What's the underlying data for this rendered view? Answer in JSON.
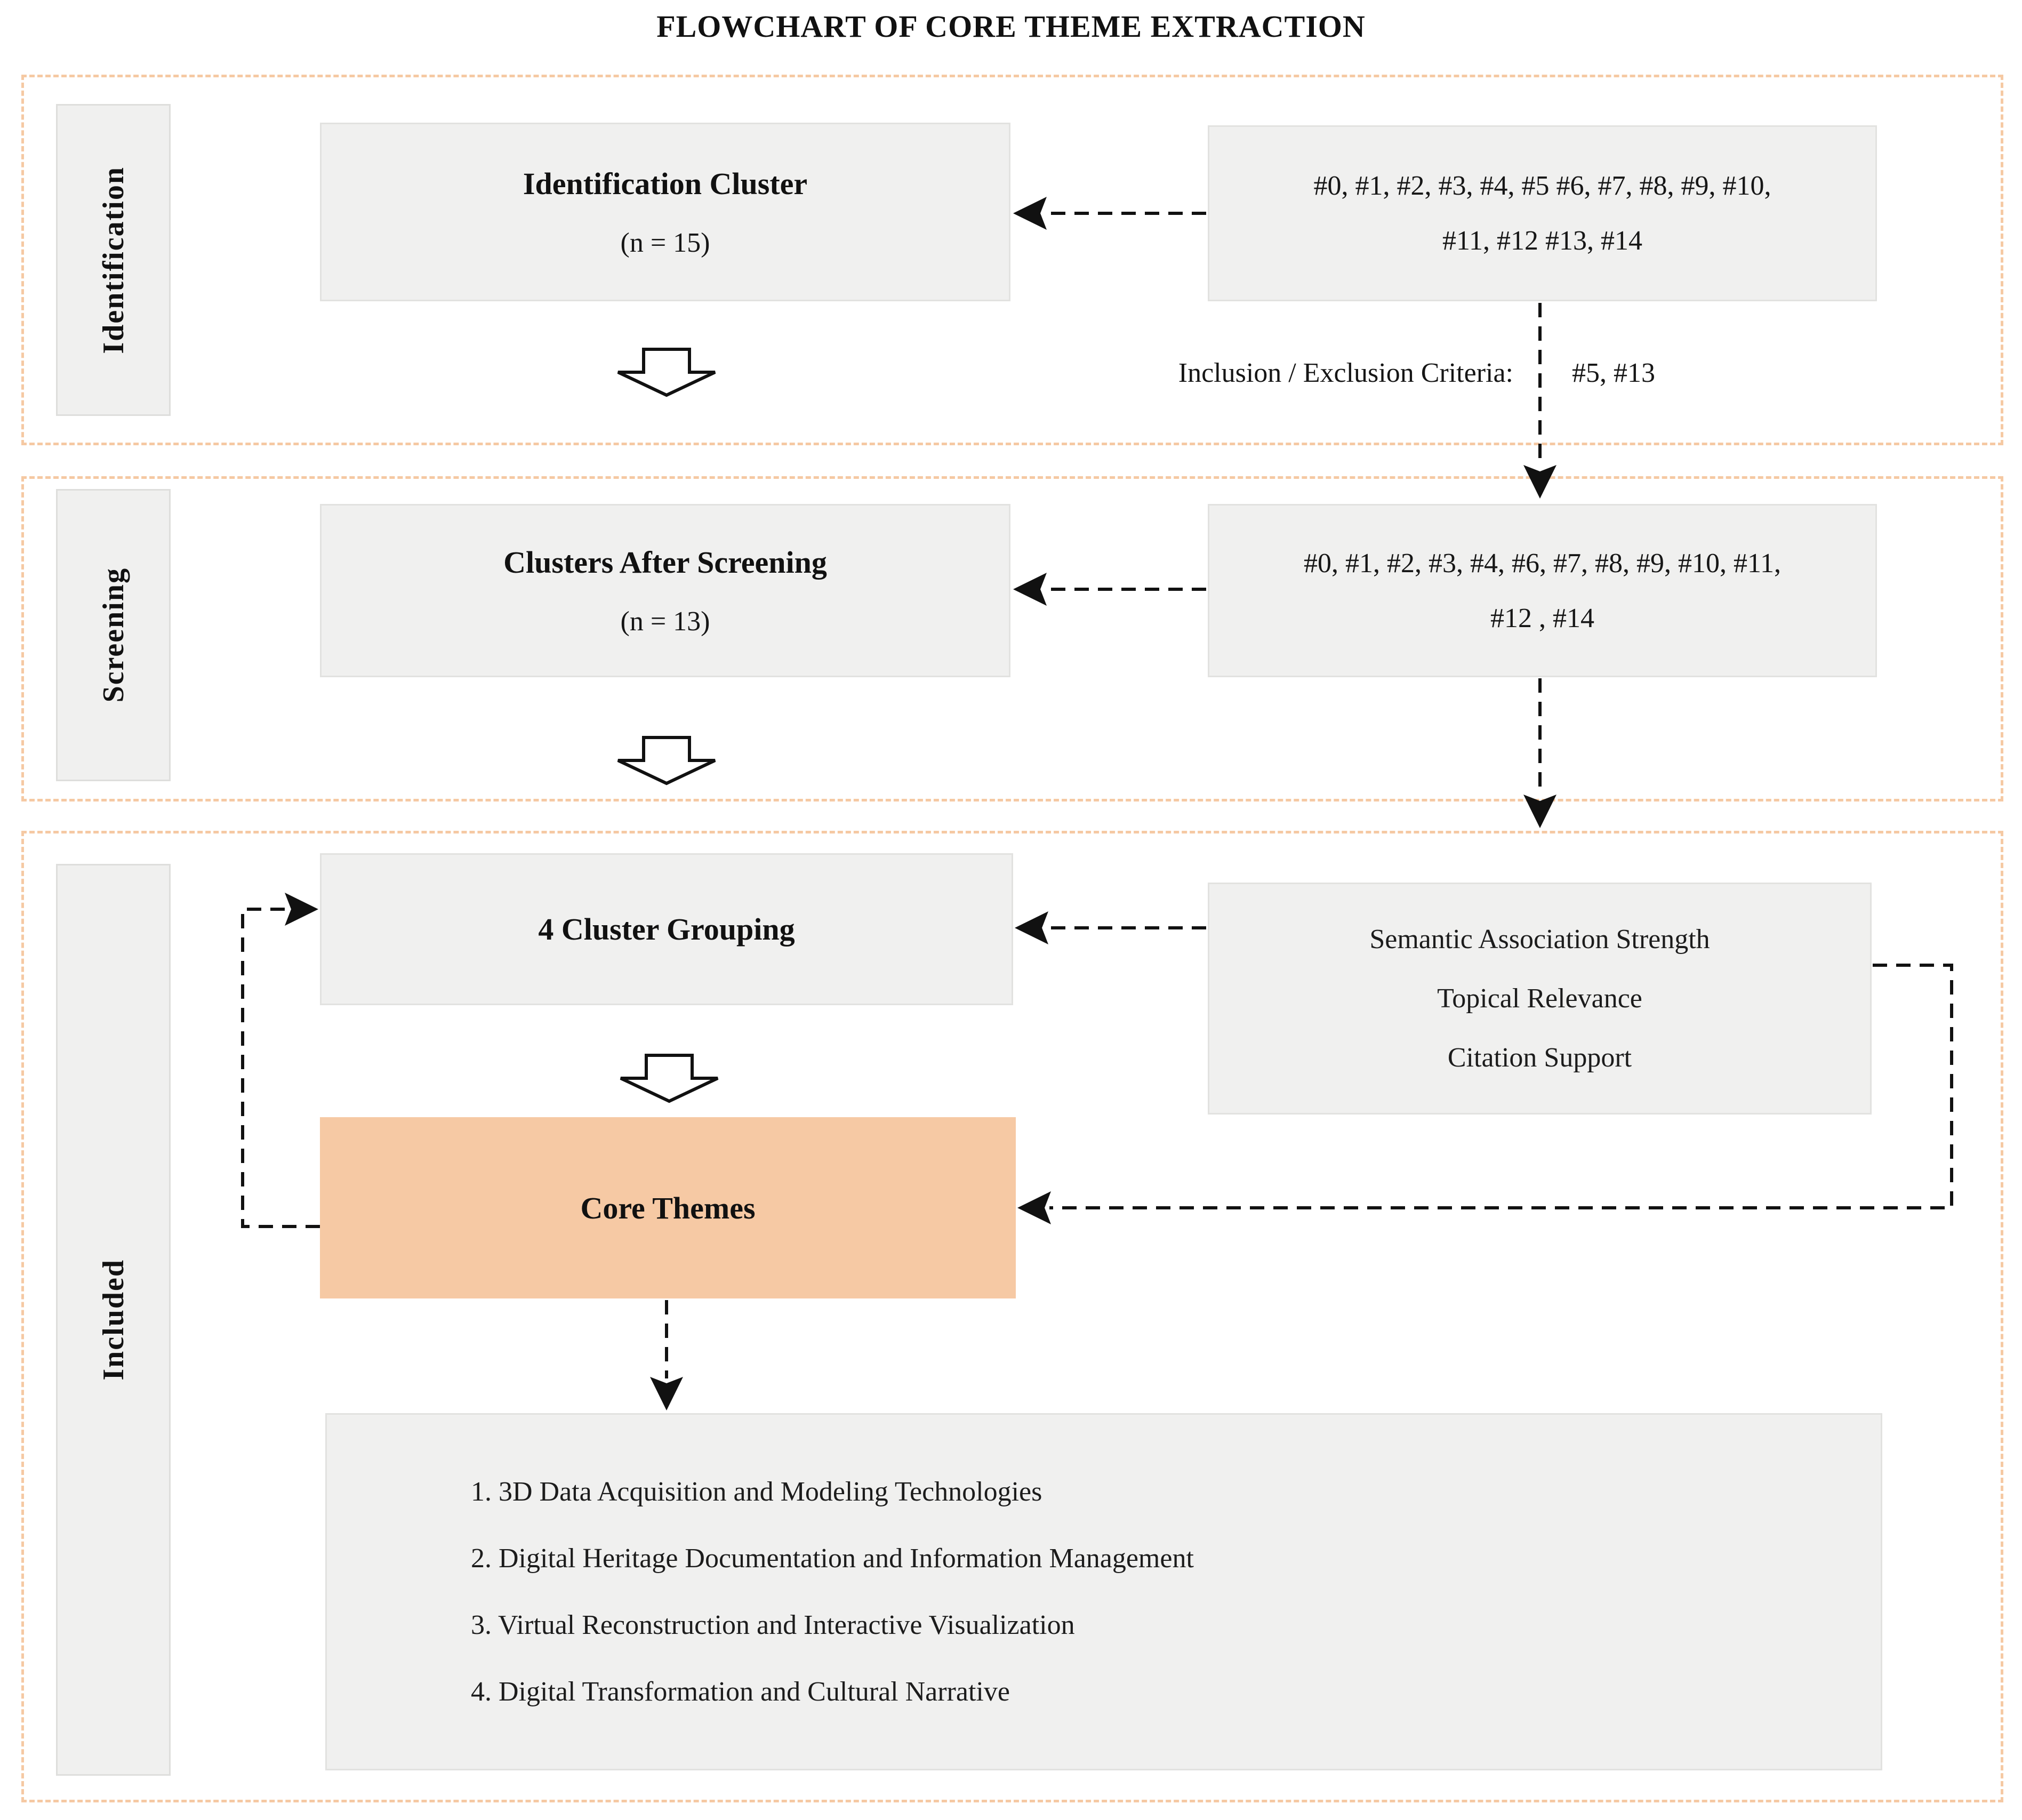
{
  "title": "FLOWCHART OF CORE THEME EXTRACTION",
  "identification": {
    "label": "Identification",
    "cluster_title": "Identification Cluster",
    "cluster_n": "(n = 15)",
    "ids_line1": "#0, #1, #2, #3, #4, #5 #6, #7, #8, #9, #10,",
    "ids_line2": "#11, #12 #13, #14",
    "criteria_label": "Inclusion / Exclusion Criteria:",
    "criteria_value": "#5, #13"
  },
  "screening": {
    "label": "Screening",
    "cluster_title": "Clusters After Screening",
    "cluster_n": "(n = 13)",
    "ids_line1": "#0, #1, #2, #3, #4, #6, #7, #8, #9, #10, #11,",
    "ids_line2": "#12 , #14"
  },
  "included": {
    "label": "Included",
    "grouping_title": "4 Cluster Grouping",
    "criteria_lines": [
      "Semantic Association Strength",
      "Topical Relevance",
      "Citation Support"
    ],
    "core_title": "Core Themes",
    "themes": [
      "1. 3D Data Acquisition and Modeling Technologies",
      "2. Digital Heritage Documentation and Information Management",
      "3. Virtual Reconstruction and Interactive Visualization",
      "4. Digital Transformation and Cultural Narrative"
    ]
  },
  "colors": {
    "section_border": "#f5c9a3",
    "box_fill": "#f0f0ef",
    "core_box_fill": "#f6c9a4",
    "connector": "#111111",
    "text": "#151515"
  }
}
